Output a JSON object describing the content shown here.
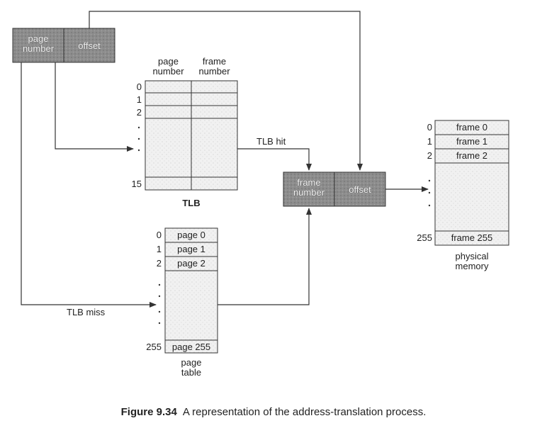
{
  "logical_address": {
    "page_number": "page\nnumber",
    "offset": "offset"
  },
  "tlb": {
    "col_page": "page\nnumber",
    "col_frame": "frame\nnumber",
    "row_labels": [
      "0",
      "1",
      "2",
      "15"
    ],
    "title": "TLB"
  },
  "page_table": {
    "row_indices": [
      "0",
      "1",
      "2",
      "255"
    ],
    "entries": [
      "page 0",
      "page 1",
      "page 2",
      "page 255"
    ],
    "title": "page\ntable"
  },
  "physical_address": {
    "frame_number": "frame\nnumber",
    "offset": "offset"
  },
  "physical_memory": {
    "row_indices": [
      "0",
      "1",
      "2",
      "255"
    ],
    "entries": [
      "frame 0",
      "frame 1",
      "frame 2",
      "frame 255"
    ],
    "title": "physical\nmemory"
  },
  "arrows": {
    "tlb_hit": "TLB hit",
    "tlb_miss": "TLB miss"
  },
  "caption": {
    "number": "Figure 9.34",
    "text": "A representation of the address-translation process."
  },
  "colors": {
    "dark_box": "#8a8a8a",
    "light_fill": "#efefef",
    "line": "#333333"
  }
}
